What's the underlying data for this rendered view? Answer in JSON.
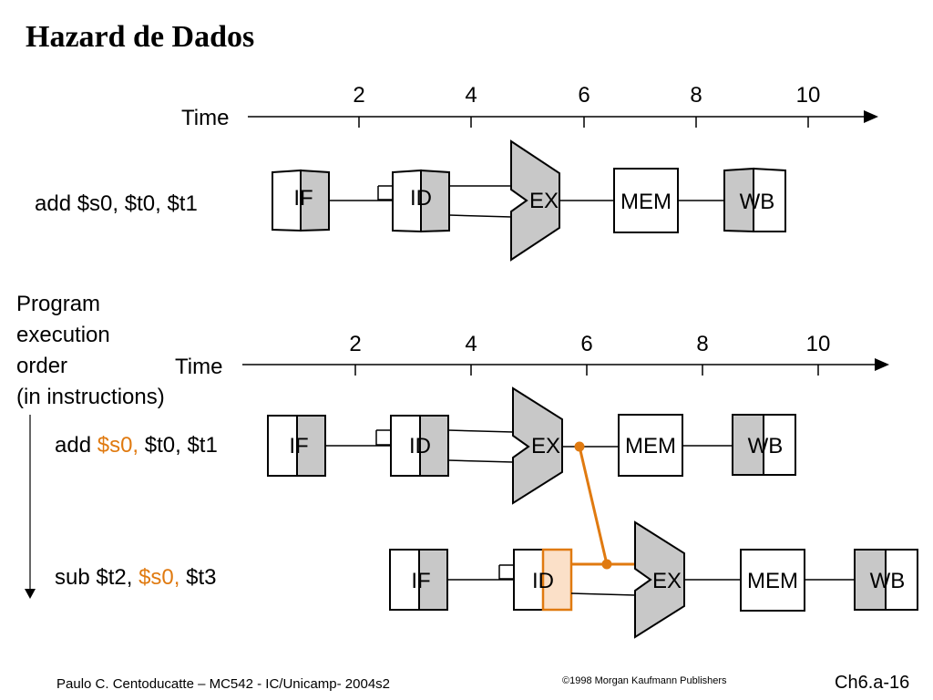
{
  "title": "Hazard de Dados",
  "timeline_label": "Time",
  "time_ticks": [
    "2",
    "4",
    "6",
    "8",
    "10"
  ],
  "program_order_label": [
    "Program",
    "execution",
    "order",
    "(in instructions)"
  ],
  "top_instruction": "add $s0, $t0, $t1",
  "instructions": [
    {
      "pre": "add ",
      "reg": "$s0,",
      "post": " $t0, $t1"
    },
    {
      "pre": "sub $t2, ",
      "reg": "$s0,",
      "post": " $t3"
    }
  ],
  "stages": [
    "IF",
    "ID",
    "EX",
    "MEM",
    "WB"
  ],
  "colors": {
    "stage_fill": "#c8c8c8",
    "hazard": "#e07a10",
    "forward_box": "#fbe0c8"
  },
  "footer": {
    "left": "Paulo C. Centoducatte – MC542 - IC/Unicamp- 2004s2",
    "center": "©1998 Morgan Kaufmann Publishers",
    "right": "Ch6.a-16"
  }
}
